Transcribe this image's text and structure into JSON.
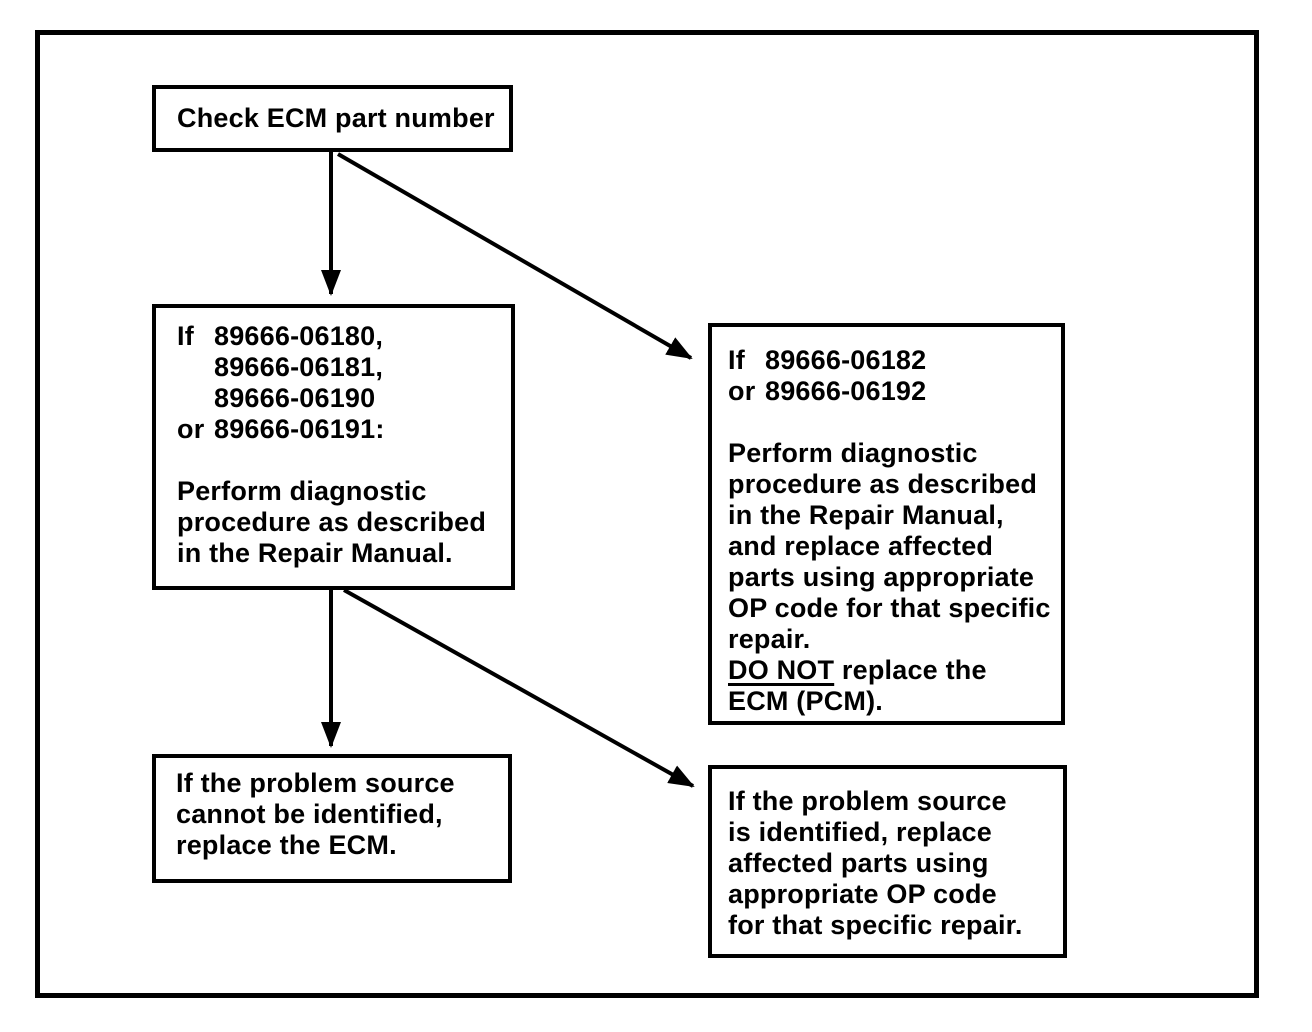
{
  "nodes": {
    "check": {
      "text": "Check ECM part number"
    },
    "diag_manual": {
      "conditions": [
        {
          "prefix": "If",
          "value": "89666-06180,"
        },
        {
          "prefix": "",
          "value": "89666-06181,"
        },
        {
          "prefix": "",
          "value": "89666-06190"
        },
        {
          "prefix": "or",
          "value": "89666-06191:"
        }
      ],
      "body": [
        "Perform diagnostic",
        "procedure as described",
        "in the Repair Manual."
      ]
    },
    "diag_replace": {
      "conditions": [
        {
          "prefix": "If",
          "value": "89666-06182"
        },
        {
          "prefix": "or",
          "value": "89666-06192"
        }
      ],
      "body": [
        "Perform diagnostic",
        "procedure as described",
        "in the Repair Manual,",
        "and replace affected",
        "parts using appropriate",
        "OP code for that specific",
        "repair."
      ],
      "warning_underlined": "DO NOT",
      "warning_rest": " replace the",
      "warning_line2": "ECM (PCM)."
    },
    "not_identified": {
      "lines": [
        "If the problem source",
        "cannot be identified,",
        "replace the ECM."
      ]
    },
    "identified": {
      "lines": [
        "If the problem source",
        "is identified, replace",
        "affected parts using",
        "appropriate OP code",
        "for that specific repair."
      ]
    }
  },
  "connections": [
    {
      "from": "check",
      "to": "diag_manual"
    },
    {
      "from": "check",
      "to": "diag_replace"
    },
    {
      "from": "diag_manual",
      "to": "not_identified"
    },
    {
      "from": "diag_manual",
      "to": "identified"
    }
  ],
  "colors": {
    "ink": "#000000",
    "background": "#ffffff"
  }
}
